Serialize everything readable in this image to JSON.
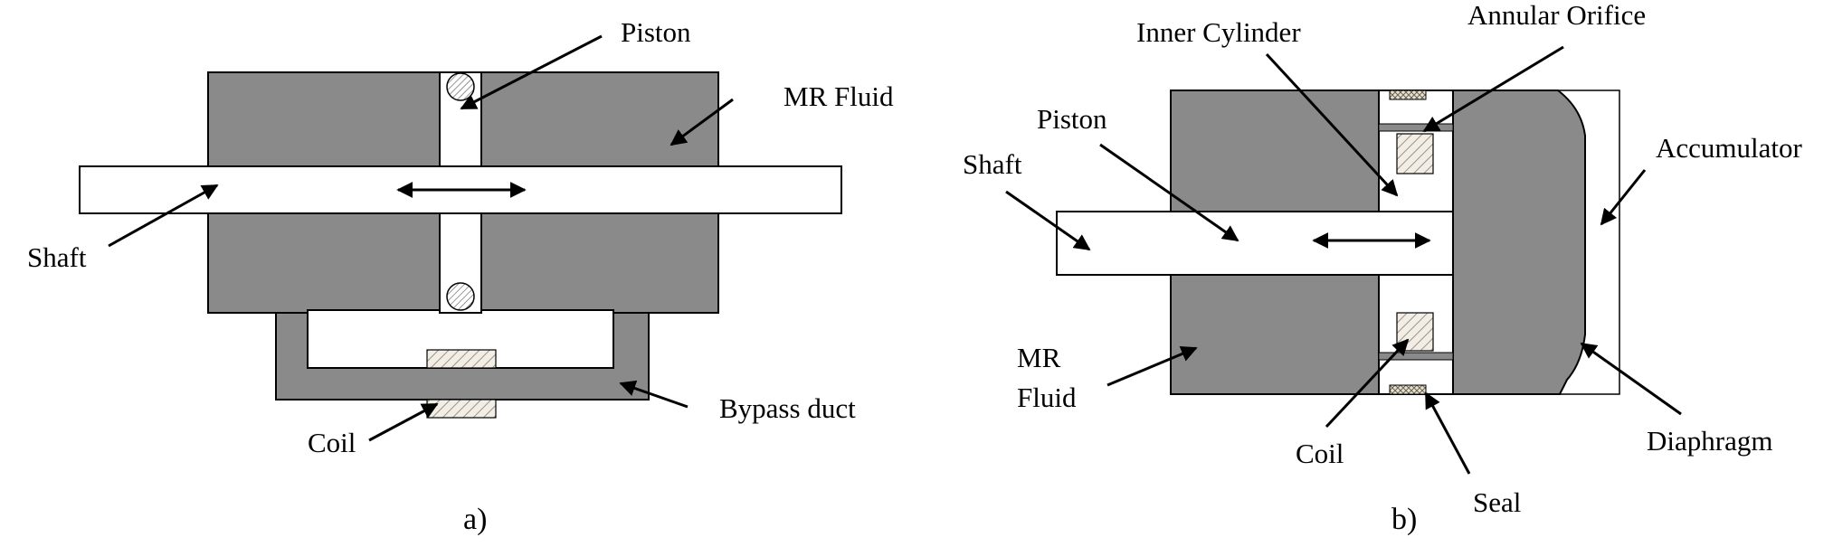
{
  "panel_a": {
    "caption": "a)",
    "labels": {
      "piston": "Piston",
      "mr_fluid": "MR Fluid",
      "shaft": "Shaft",
      "bypass_duct": "Bypass duct",
      "coil": "Coil"
    }
  },
  "panel_b": {
    "caption": "b)",
    "labels": {
      "inner_cylinder": "Inner Cylinder",
      "annular_orifice": "Annular Orifice",
      "piston": "Piston",
      "shaft": "Shaft",
      "accumulator": "Accumulator",
      "mr_line1": "MR",
      "mr_line2": "Fluid",
      "coil": "Coil",
      "seal": "Seal",
      "diaphragm": "Diaphragm"
    }
  },
  "colors": {
    "fluid": "#8a8a8a",
    "outline": "#000000",
    "background": "#ffffff"
  }
}
